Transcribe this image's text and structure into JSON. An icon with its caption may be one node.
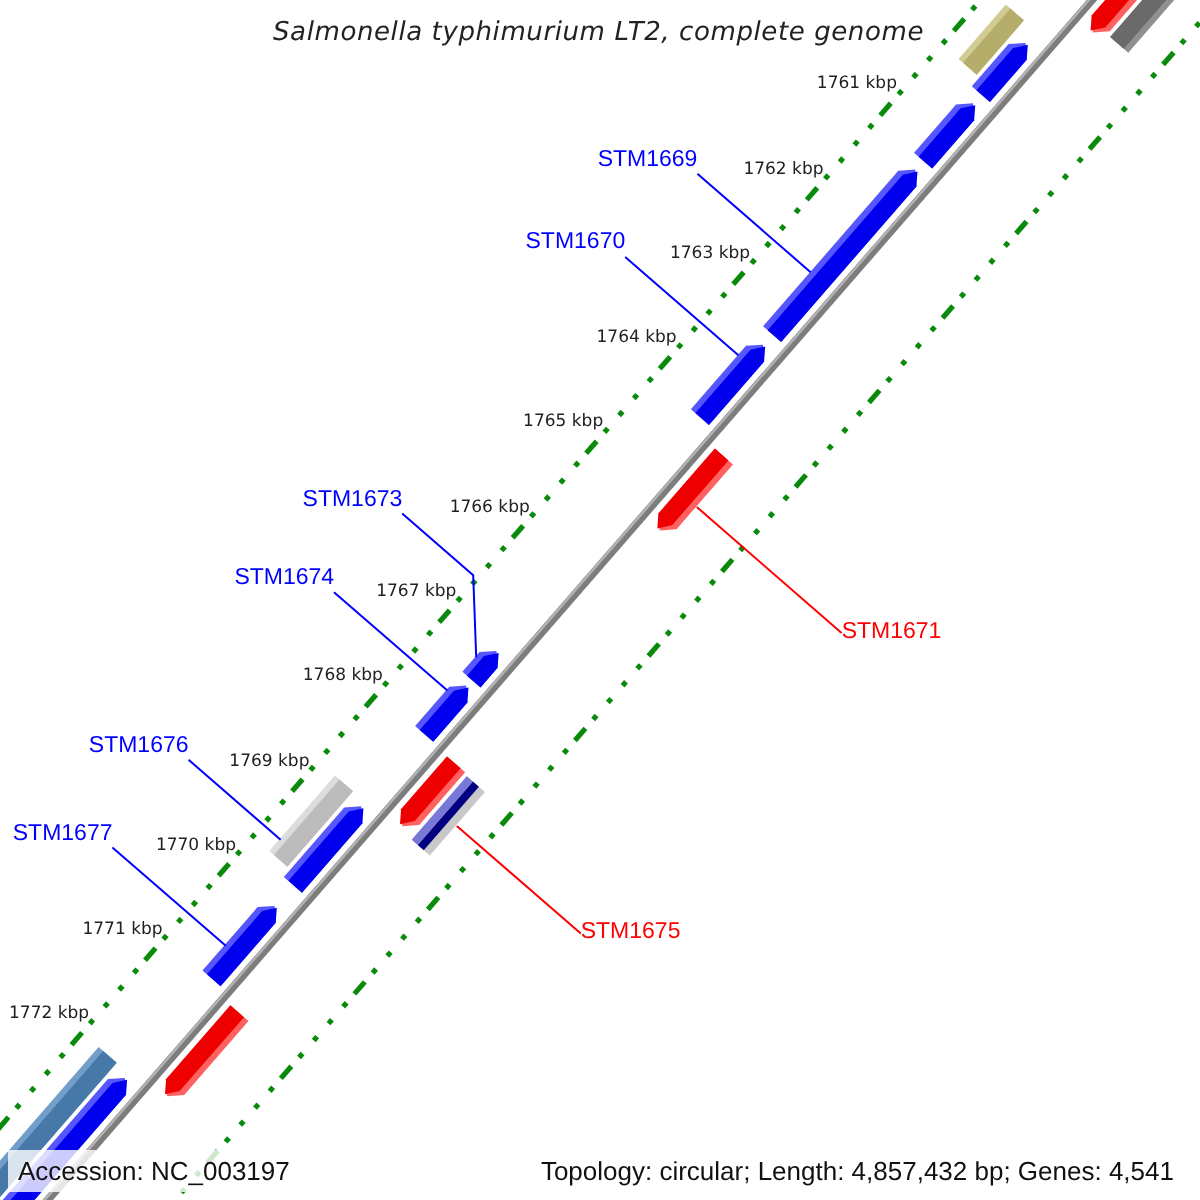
{
  "diagram": {
    "title": "Salmonella typhimurium LT2, complete genome",
    "nodes": [
      {
        "text": [
          "STM1669"
        ]
      },
      {
        "text": [],
        "shape": "arrow"
      },
      {
        "text": [
          "STM1670"
        ]
      },
      {
        "text": [],
        "shape": "arrow"
      },
      {
        "text": [
          "STM1671"
        ]
      },
      {
        "text": [],
        "shape": "arrow"
      },
      {
        "text": [
          "STM1673"
        ]
      },
      {
        "text": [],
        "shape": "arrow"
      },
      {
        "text": [
          "STM1674"
        ]
      },
      {
        "text": [],
        "shape": "arrow"
      },
      {
        "text": [
          "STM1676"
        ]
      },
      {
        "text": [],
        "shape": "box"
      },
      {
        "text": [
          "STM1677"
        ]
      },
      {
        "text": [],
        "shape": "arrow"
      },
      {
        "text": [
          "STM1675"
        ]
      },
      {
        "text": [],
        "shape": "box"
      },
      {
        "text": [],
        "shape": "box"
      },
      {
        "text": [],
        "shape": "arrow"
      },
      {
        "text": [],
        "shape": "box"
      },
      {
        "text": [],
        "shape": "arrow"
      },
      {
        "text": [],
        "shape": "arrow"
      },
      {
        "text": [],
        "shape": "arrow"
      },
      {
        "text": [],
        "shape": "arrow"
      },
      {
        "text": [],
        "shape": "arrow"
      },
      {
        "text": [],
        "shape": "box"
      },
      {
        "text": [],
        "shape": "arrow"
      }
    ],
    "edges": [
      {
        "from": 0,
        "to": 1,
        "arrow": "none"
      },
      {
        "from": 2,
        "to": 3,
        "arrow": "none"
      },
      {
        "from": 4,
        "to": 5,
        "arrow": "none",
        "color": "#ff0000"
      },
      {
        "from": 6,
        "to": 7,
        "arrow": "none"
      },
      {
        "from": 8,
        "to": 9,
        "arrow": "none"
      },
      {
        "from": 10,
        "to": 11,
        "arrow": "none"
      },
      {
        "from": 12,
        "to": 13,
        "arrow": "none"
      },
      {
        "from": 14,
        "to": 15,
        "arrow": "none",
        "color": "#ff0000"
      }
    ],
    "labels": [
      "1761 kbp",
      "1762 kbp",
      "1763 kbp",
      "1764 kbp",
      "1765 kbp",
      "1766 kbp",
      "1767 kbp",
      "1768 kbp",
      "1769 kbp",
      "1770 kbp",
      "1771 kbp",
      "1772 kbp",
      "Accession: NC_003197",
      "Topology: circular; Length: 4,857,432 bp; Genes: 4,541"
    ]
  }
}
